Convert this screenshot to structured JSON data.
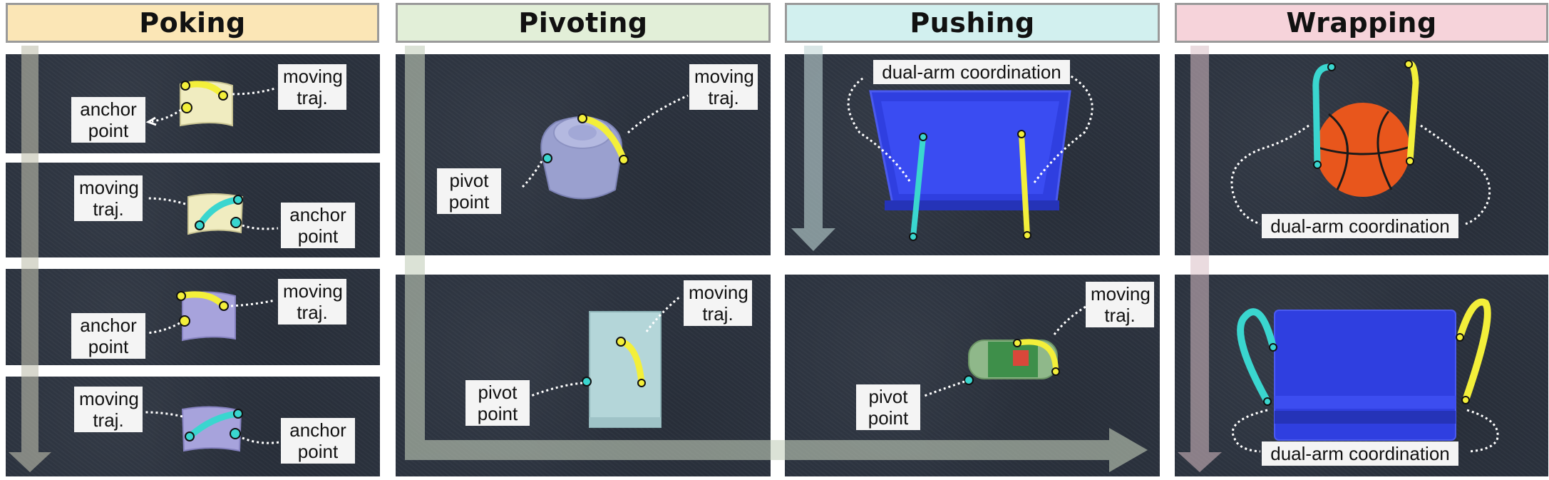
{
  "headers": {
    "poking": "Poking",
    "pivoting": "Pivoting",
    "pushing": "Pushing",
    "wrapping": "Wrapping"
  },
  "header_colors": {
    "poking": "#fbe6b6",
    "pivoting": "#e2efd8",
    "pushing": "#d2f0ef",
    "wrapping": "#f6d3da"
  },
  "trajectory_colors": {
    "moving": "#f3ef3a",
    "anchor": "#3ad6cf"
  },
  "labels": {
    "moving_traj": "moving traj.",
    "anchor_point": "anchor point",
    "pivot_point": "pivot point",
    "dual_arm": "dual-arm coordination"
  },
  "icons": [
    "arrow-down-icon",
    "arrow-right-icon",
    "dotted-curve-arrow-icon"
  ]
}
